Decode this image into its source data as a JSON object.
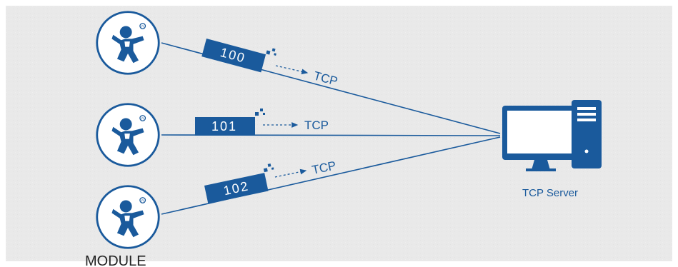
{
  "colors": {
    "background": "#eaeaea",
    "primary_blue": "#1a5a9c",
    "white": "#ffffff",
    "label_text": "#1a5a9c",
    "module_text": "#222222"
  },
  "modules": [
    {
      "packet_id": "100",
      "protocol": "TCP"
    },
    {
      "packet_id": "101",
      "protocol": "TCP"
    },
    {
      "packet_id": "102",
      "protocol": "TCP"
    }
  ],
  "module_label": "MODULE",
  "server": {
    "label": "TCP Server",
    "icon": "desktop-computer-icon"
  },
  "module_icon": "registered-mascot-logo-icon"
}
